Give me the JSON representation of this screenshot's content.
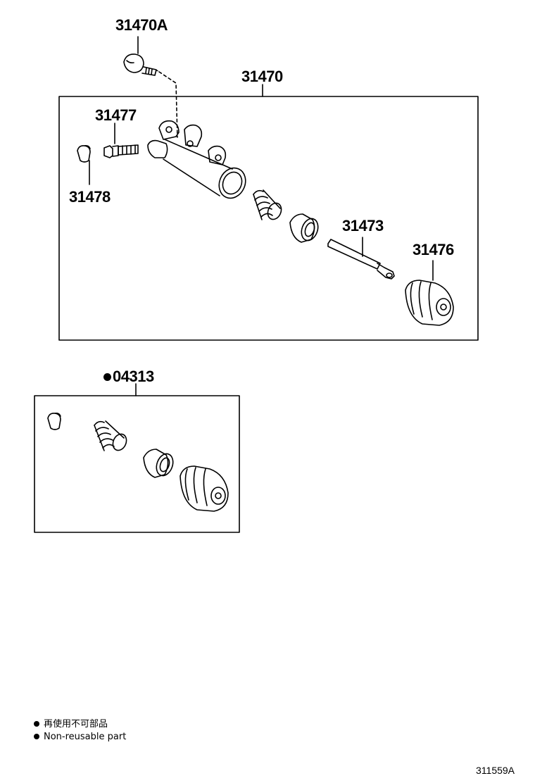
{
  "labels": {
    "bleeder_bolt": "31470A",
    "cylinder_assy": "31470",
    "bleeder_plug": "31477",
    "bleeder_cap": "31478",
    "push_rod": "31473",
    "boot": "31476",
    "kit": "04313"
  },
  "legend": {
    "line1": "再使用不可部品",
    "line2": "Non-reusable part"
  },
  "diagram_code": "311559A"
}
